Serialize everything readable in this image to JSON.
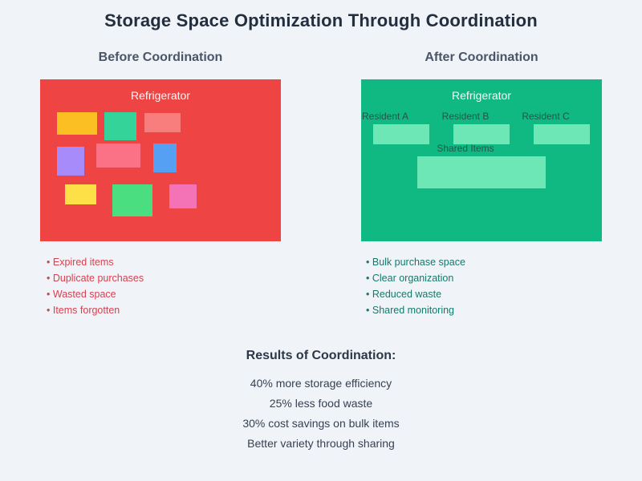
{
  "title": "Storage Space Optimization Through Coordination",
  "before": {
    "heading": "Before Coordination",
    "fridge_label": "Refrigerator",
    "fridge_color": "#ee4444",
    "items": [
      {
        "name": "food-item-orange",
        "color": "#fbbf24"
      },
      {
        "name": "food-item-green",
        "color": "#34d399"
      },
      {
        "name": "food-item-salmon",
        "color": "#f87e7e"
      },
      {
        "name": "food-item-purple",
        "color": "#a78bfa"
      },
      {
        "name": "food-item-pink",
        "color": "#fb7185"
      },
      {
        "name": "food-item-blue",
        "color": "#55a0f2"
      },
      {
        "name": "food-item-yellow",
        "color": "#fde047"
      },
      {
        "name": "food-item-green2",
        "color": "#4ade80"
      },
      {
        "name": "food-item-magenta",
        "color": "#f472b6"
      }
    ],
    "bullets": [
      "Expired items",
      "Duplicate purchases",
      "Wasted space",
      "Items forgotten"
    ],
    "bullet_color": "#d8414f"
  },
  "after": {
    "heading": "After Coordination",
    "fridge_label": "Refrigerator",
    "fridge_color": "#10b981",
    "shelf_color": "#6ee7b7",
    "sections": [
      "Resident A",
      "Resident B",
      "Resident C"
    ],
    "shared_label": "Shared Items",
    "bullets": [
      "Bulk purchase space",
      "Clear organization",
      "Reduced waste",
      "Shared monitoring"
    ],
    "bullet_color": "#15796b"
  },
  "results": {
    "heading": "Results of Coordination:",
    "lines": [
      "40% more storage efficiency",
      "25% less food waste",
      "30% cost savings on bulk items",
      "Better variety through sharing"
    ]
  }
}
